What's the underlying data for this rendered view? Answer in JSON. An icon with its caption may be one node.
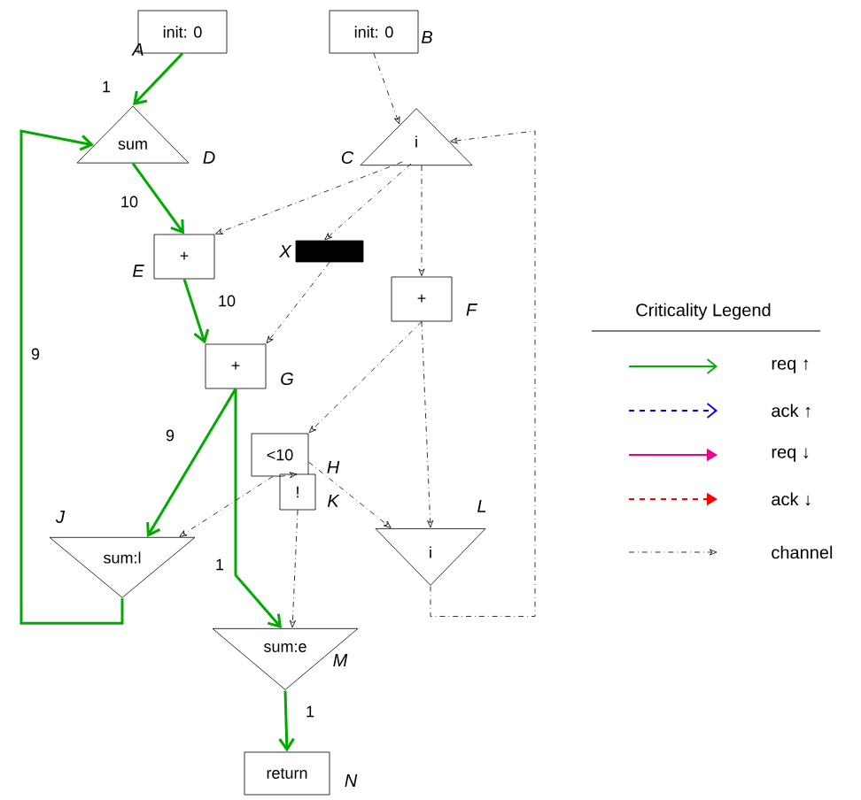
{
  "diagram": {
    "nodes": [
      {
        "text": [
          "init: 0"
        ],
        "beside": [
          "A"
        ]
      },
      {
        "text": [
          "init: 0"
        ],
        "beside": [
          "B"
        ]
      },
      {
        "text": [
          "sum"
        ],
        "beside": [
          "D"
        ]
      },
      {
        "text": [
          "i"
        ],
        "beside": [
          "C"
        ]
      },
      {
        "text": [
          "+"
        ],
        "beside": [
          "E"
        ]
      },
      {
        "text": [],
        "shape": "box",
        "beside": [
          "X"
        ]
      },
      {
        "text": [
          "+"
        ],
        "beside": [
          "F"
        ]
      },
      {
        "text": [
          "+"
        ],
        "beside": [
          "G"
        ]
      },
      {
        "text": [
          "<10"
        ],
        "beside": [
          "H"
        ]
      },
      {
        "text": [
          "sum:l"
        ],
        "beside": [
          "J"
        ]
      },
      {
        "text": [
          "!"
        ],
        "beside": [
          "K"
        ]
      },
      {
        "text": [
          "i"
        ],
        "beside": [
          "L"
        ]
      },
      {
        "text": [
          "sum:e"
        ],
        "beside": [
          "M"
        ]
      },
      {
        "text": [
          "return"
        ],
        "beside": [
          "N"
        ]
      }
    ],
    "edges": [
      {
        "from": 0,
        "to": 2,
        "arrow": "to",
        "label": "1",
        "color": "#00aa00"
      },
      {
        "from": 1,
        "to": 3,
        "arrow": "to",
        "style": "dashed"
      },
      {
        "from": 9,
        "to": 2,
        "arrow": "to",
        "label": "9",
        "color": "#00aa00"
      },
      {
        "from": 2,
        "to": 4,
        "arrow": "to",
        "label": "10",
        "color": "#00aa00"
      },
      {
        "from": 3,
        "to": 4,
        "arrow": "to",
        "style": "dashed"
      },
      {
        "from": 3,
        "to": 5,
        "arrow": "to",
        "style": "dashed"
      },
      {
        "from": 3,
        "to": 6,
        "arrow": "to",
        "style": "dashed"
      },
      {
        "from": 11,
        "to": 3,
        "arrow": "to",
        "style": "dashed"
      },
      {
        "from": 4,
        "to": 7,
        "arrow": "to",
        "label": "10",
        "color": "#00aa00"
      },
      {
        "from": 5,
        "to": 7,
        "arrow": "to",
        "style": "dashed"
      },
      {
        "from": 6,
        "to": 8,
        "arrow": "to",
        "style": "dashed"
      },
      {
        "from": 6,
        "to": 11,
        "arrow": "to",
        "style": "dashed"
      },
      {
        "from": 7,
        "to": 9,
        "arrow": "to",
        "label": "9",
        "color": "#00aa00"
      },
      {
        "from": 7,
        "to": 12,
        "arrow": "to",
        "label": "1",
        "color": "#00aa00"
      },
      {
        "from": 8,
        "to": 9,
        "arrow": "to",
        "style": "dashed"
      },
      {
        "from": 8,
        "to": 10,
        "arrow": "to",
        "style": "dashed"
      },
      {
        "from": 8,
        "to": 11,
        "arrow": "to",
        "style": "dashed"
      },
      {
        "from": 10,
        "to": 12,
        "arrow": "to",
        "style": "dashed"
      },
      {
        "from": 12,
        "to": 13,
        "arrow": "to",
        "label": "1",
        "color": "#00aa00"
      }
    ],
    "legend": [
      {
        "text": "Criticality Legend"
      },
      {
        "text": "req ↑"
      },
      {
        "text": "ack ↑"
      },
      {
        "text": "req ↓"
      },
      {
        "text": "ack ↓"
      },
      {
        "text": "channel"
      }
    ]
  }
}
